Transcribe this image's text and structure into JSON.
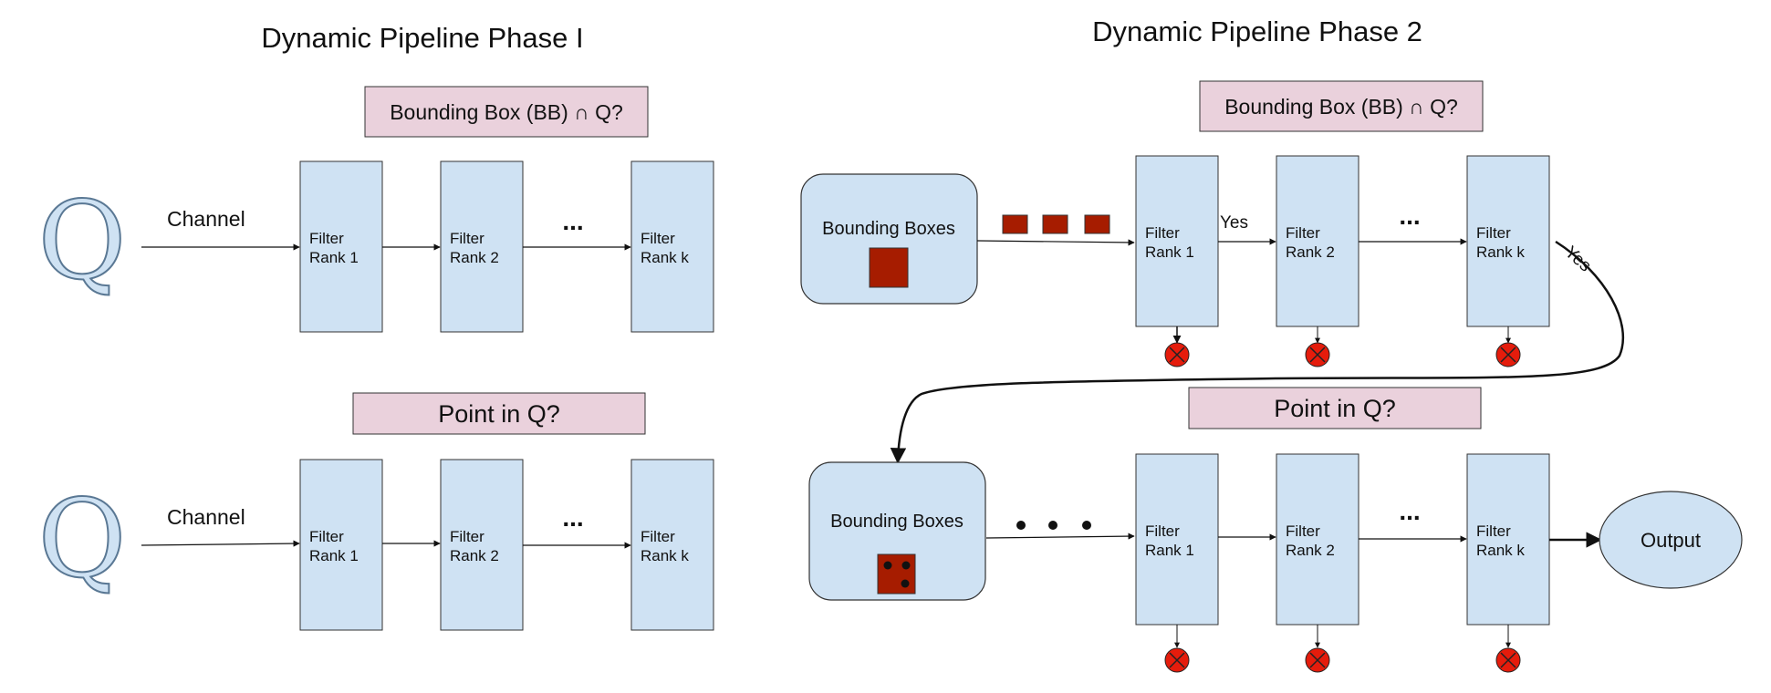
{
  "phase1": {
    "title": "Dynamic Pipeline Phase I",
    "bb_question": "Bounding Box (BB) ∩ Q?",
    "point_question": "Point in Q?",
    "query_symbol": "Q",
    "channel_label": "Channel",
    "ellipsis": "...",
    "filters": [
      {
        "line1": "Filter",
        "line2": "Rank 1"
      },
      {
        "line1": "Filter",
        "line2": "Rank 2"
      },
      {
        "line1": "Filter",
        "line2": "Rank k"
      }
    ]
  },
  "phase2": {
    "title": "Dynamic Pipeline Phase 2",
    "bb_question": "Bounding Box (BB) ∩ Q?",
    "point_question": "Point in Q?",
    "bounding_boxes_label": "Bounding Boxes",
    "yes_label": "Yes",
    "ellipsis": "...",
    "output_label": "Output",
    "filters": [
      {
        "line1": "Filter",
        "line2": "Rank 1"
      },
      {
        "line1": "Filter",
        "line2": "Rank 2"
      },
      {
        "line1": "Filter",
        "line2": "Rank k"
      }
    ]
  },
  "colors": {
    "filter_fill": "#cfe2f3",
    "pink_fill": "#ead1dc",
    "box_red": "#a61c00",
    "reject_red": "#e51c0c"
  }
}
